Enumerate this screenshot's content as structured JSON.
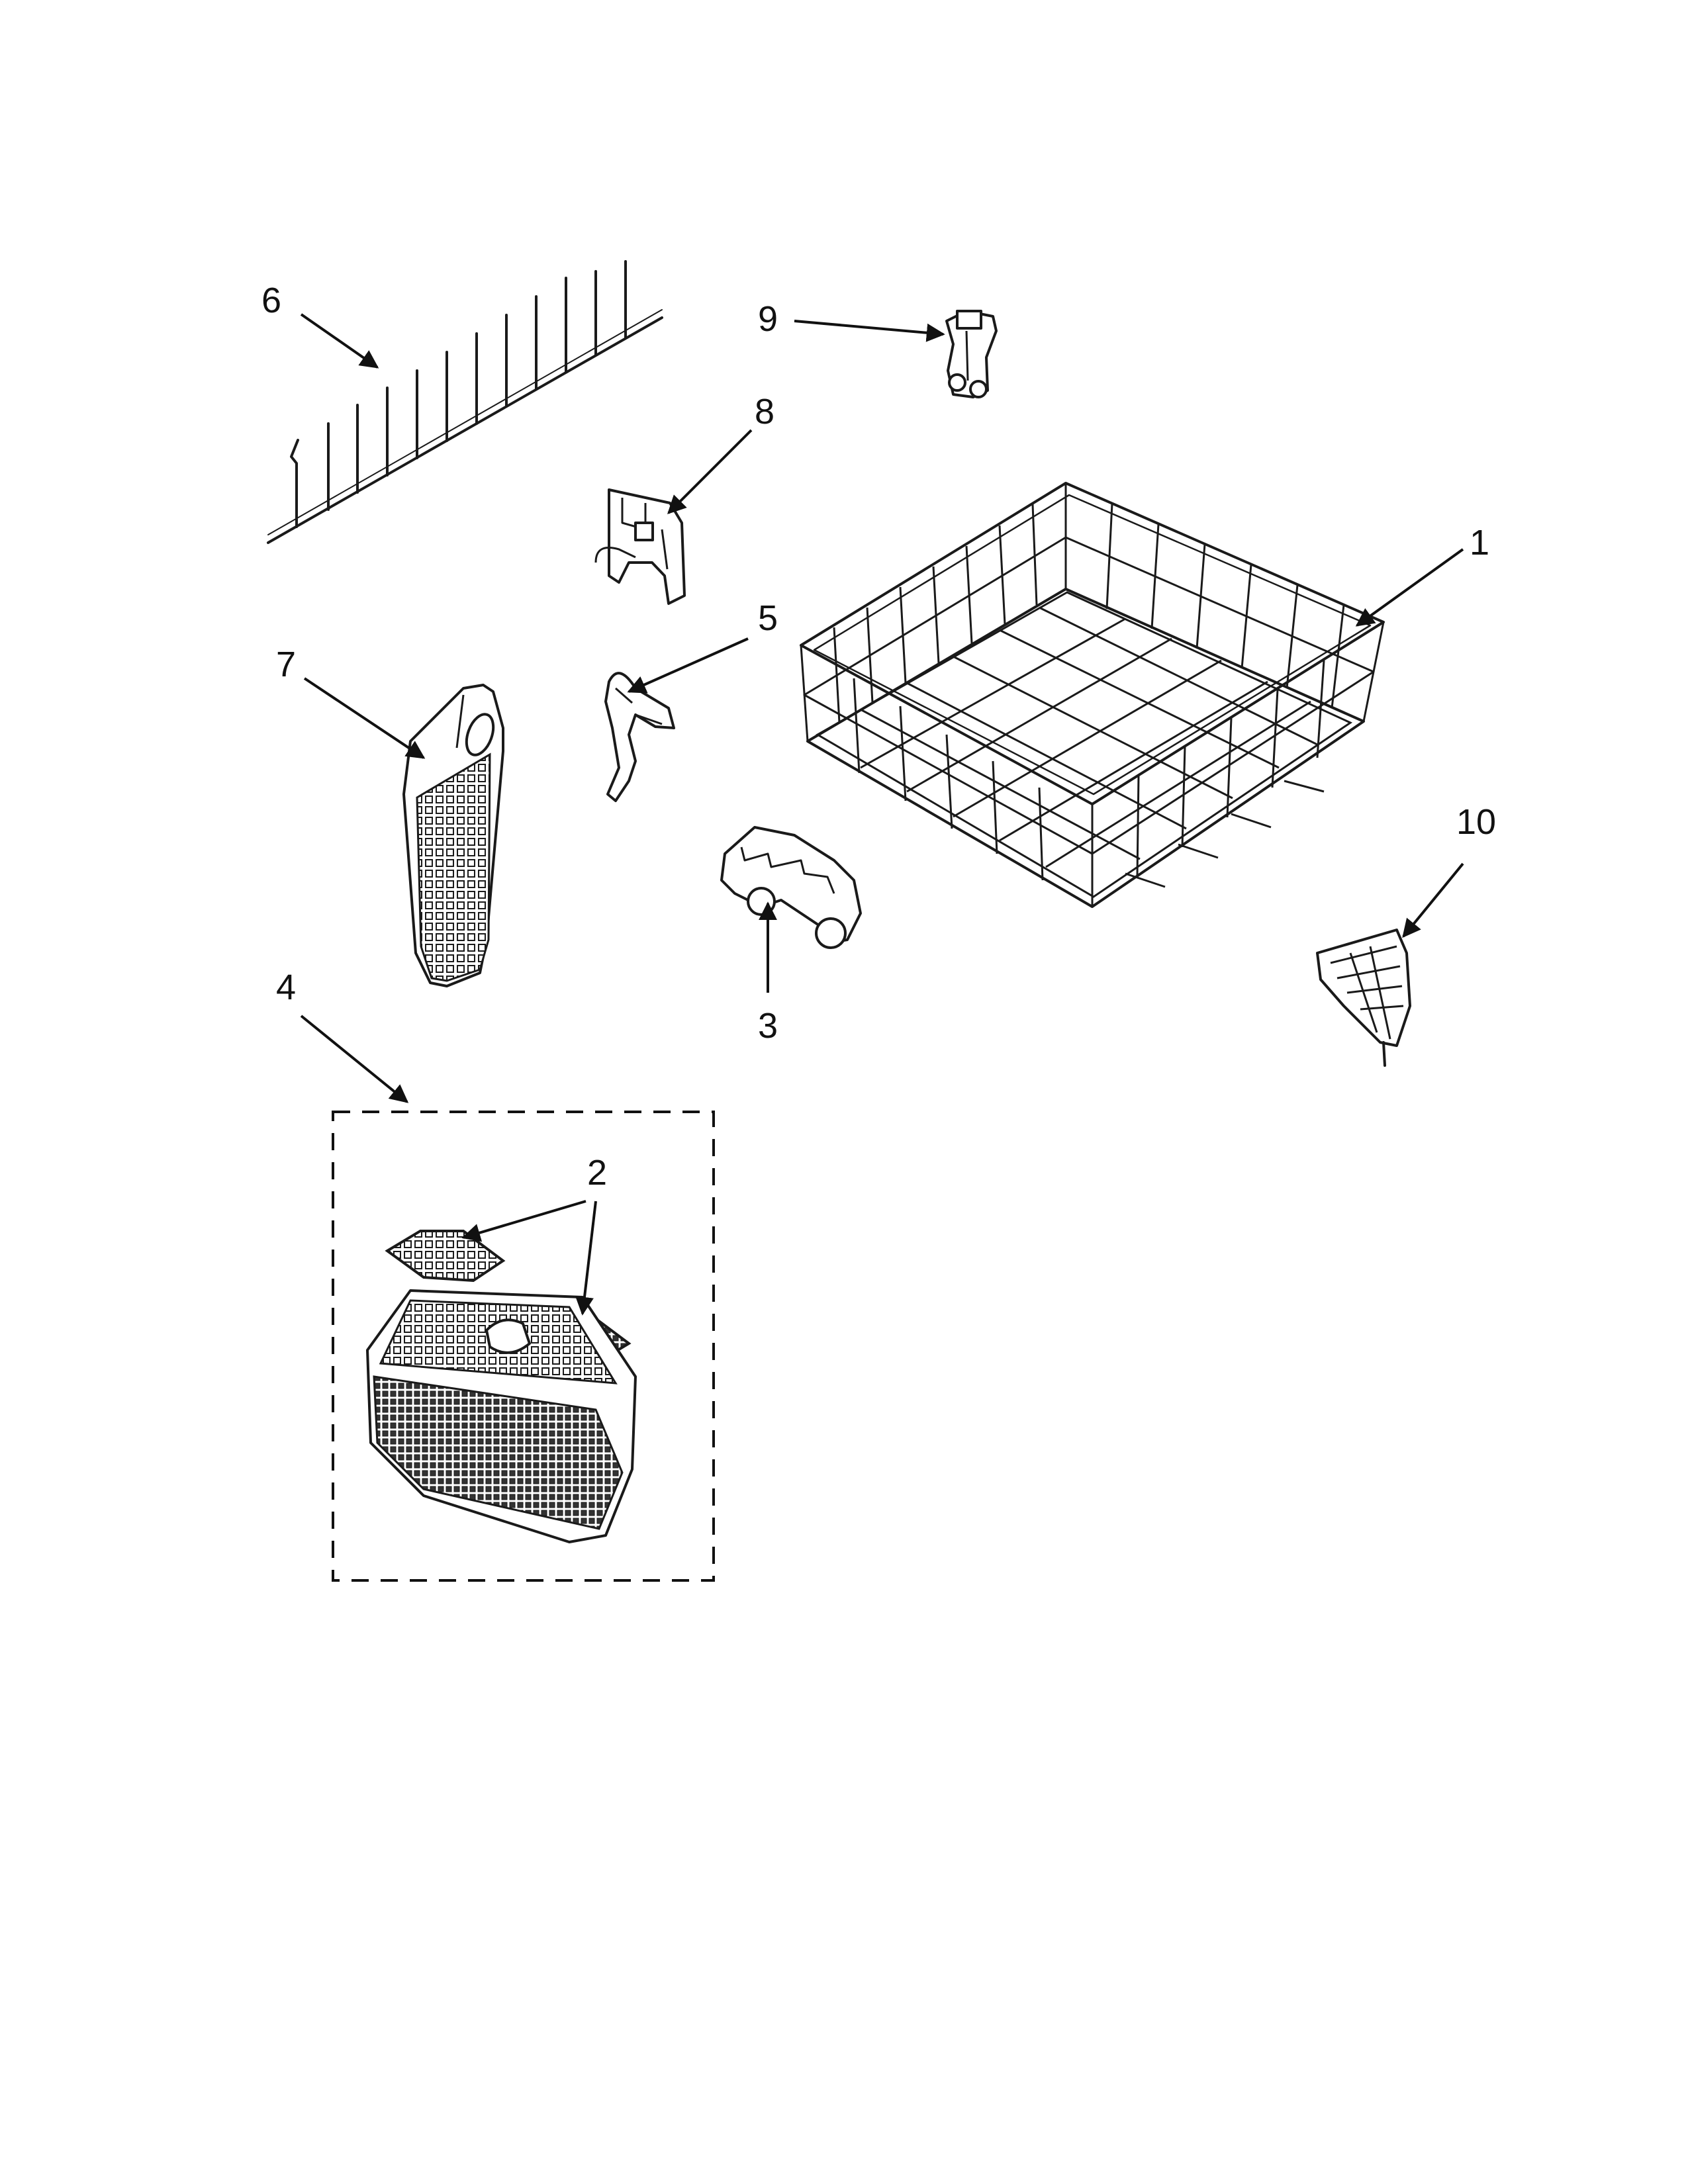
{
  "diagram": {
    "callouts": [
      {
        "id": "1",
        "label": "1"
      },
      {
        "id": "2",
        "label": "2"
      },
      {
        "id": "3",
        "label": "3"
      },
      {
        "id": "4",
        "label": "4"
      },
      {
        "id": "5",
        "label": "5"
      },
      {
        "id": "6",
        "label": "6"
      },
      {
        "id": "7",
        "label": "7"
      },
      {
        "id": "8",
        "label": "8"
      },
      {
        "id": "9",
        "label": "9"
      },
      {
        "id": "10",
        "label": "10"
      }
    ],
    "colors": {
      "line": "#1a1a1a",
      "background": "#ffffff"
    }
  }
}
